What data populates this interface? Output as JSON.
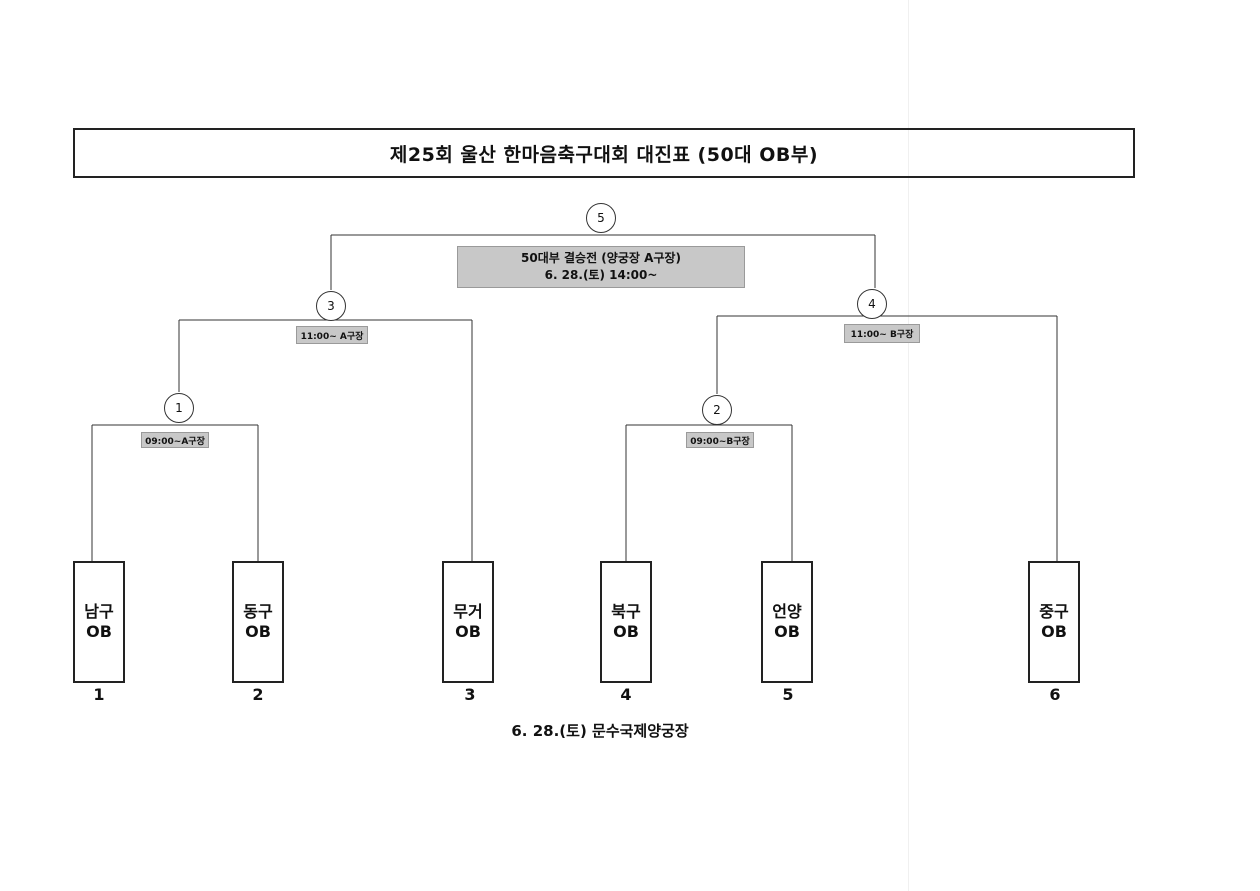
{
  "title": "제25회 울산 한마음축구대회 대진표 (50대 OB부)",
  "final": {
    "match_no": "5",
    "line1": "50대부 결승전 (양궁장 A구장)",
    "line2": "6. 28.(토) 14:00~"
  },
  "matches": [
    {
      "no": "1",
      "time": "09:00~A구장"
    },
    {
      "no": "2",
      "time": "09:00~B구장"
    },
    {
      "no": "3",
      "time": "11:00~ A구장"
    },
    {
      "no": "4",
      "time": "11:00~ B구장"
    }
  ],
  "teams": [
    {
      "line1": "남구",
      "line2": "OB",
      "number": "1"
    },
    {
      "line1": "동구",
      "line2": "OB",
      "number": "2"
    },
    {
      "line1": "무거",
      "line2": "OB",
      "number": "3"
    },
    {
      "line1": "북구",
      "line2": "OB",
      "number": "4"
    },
    {
      "line1": "언양",
      "line2": "OB",
      "number": "5"
    },
    {
      "line1": "중구",
      "line2": "OB",
      "number": "6"
    }
  ],
  "footer": "6. 28.(토) 문수국제양궁장",
  "colors": {
    "line": "#333333",
    "label_fill": "#c8c8c8"
  }
}
